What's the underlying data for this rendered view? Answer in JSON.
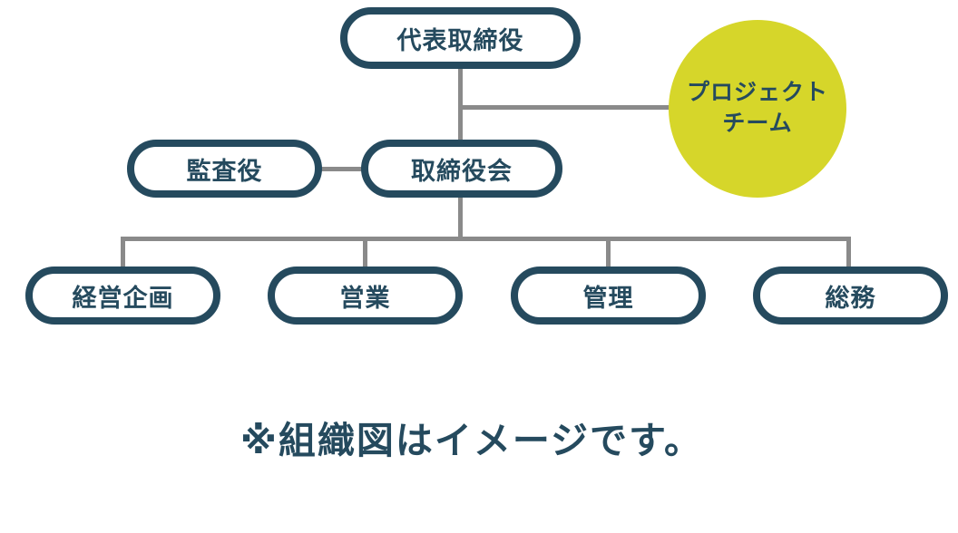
{
  "colors": {
    "navy": "#254a5e",
    "yellow": "#d6d62a",
    "line_gray": "#8a8a8a",
    "background": "#ffffff"
  },
  "chart": {
    "type": "org-chart",
    "nodes": {
      "ceo": "代表取締役",
      "project_team_line1": "プロジェクト",
      "project_team_line2": "チーム",
      "auditor": "監査役",
      "board": "取締役会",
      "planning": "経営企画",
      "sales": "営業",
      "management": "管理",
      "general_affairs": "総務"
    },
    "edges": [
      [
        "代表取締役",
        "取締役会"
      ],
      [
        "代表取締役",
        "プロジェクトチーム"
      ],
      [
        "監査役",
        "取締役会"
      ],
      [
        "取締役会",
        "経営企画"
      ],
      [
        "取締役会",
        "営業"
      ],
      [
        "取締役会",
        "管理"
      ],
      [
        "取締役会",
        "総務"
      ]
    ]
  },
  "note": "※組織図はイメージです。"
}
